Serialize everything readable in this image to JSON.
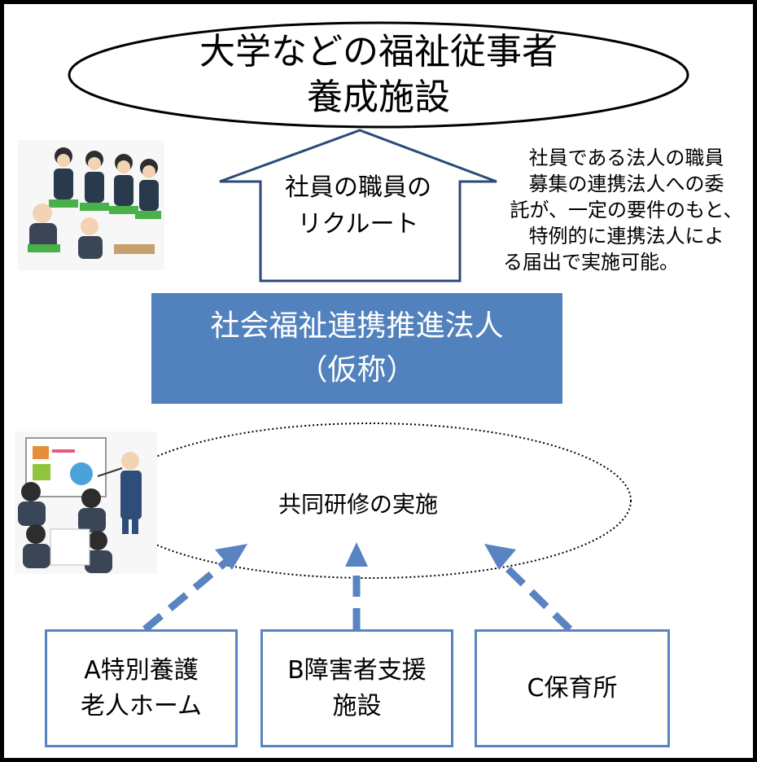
{
  "top_node": {
    "lines": [
      "大学などの福祉従事者",
      "養成施設"
    ]
  },
  "recruit_arrow": {
    "lines": [
      "社員の職員の",
      "リクルート"
    ]
  },
  "note": {
    "lines": [
      "社員である法人の職員",
      "募集の連携法人への委",
      "託が、一定の要件のもと、",
      "特例的に連携法人によ",
      "る届出で実施可能。"
    ]
  },
  "hub": {
    "lines": [
      "社会福祉連携推進法人",
      "（仮称）"
    ],
    "fill": "#5282bd"
  },
  "joint_training": {
    "label": "共同研修の実施"
  },
  "members": [
    {
      "lines": [
        "A特別養護",
        "老人ホーム"
      ]
    },
    {
      "lines": [
        "B障害者支援",
        "施設"
      ]
    },
    {
      "lines": [
        "C保育所"
      ]
    }
  ],
  "colors": {
    "accent": "#5a83c1",
    "border": "#000000"
  },
  "illustrations": [
    "meeting-people-illustration",
    "presentation-illustration"
  ]
}
